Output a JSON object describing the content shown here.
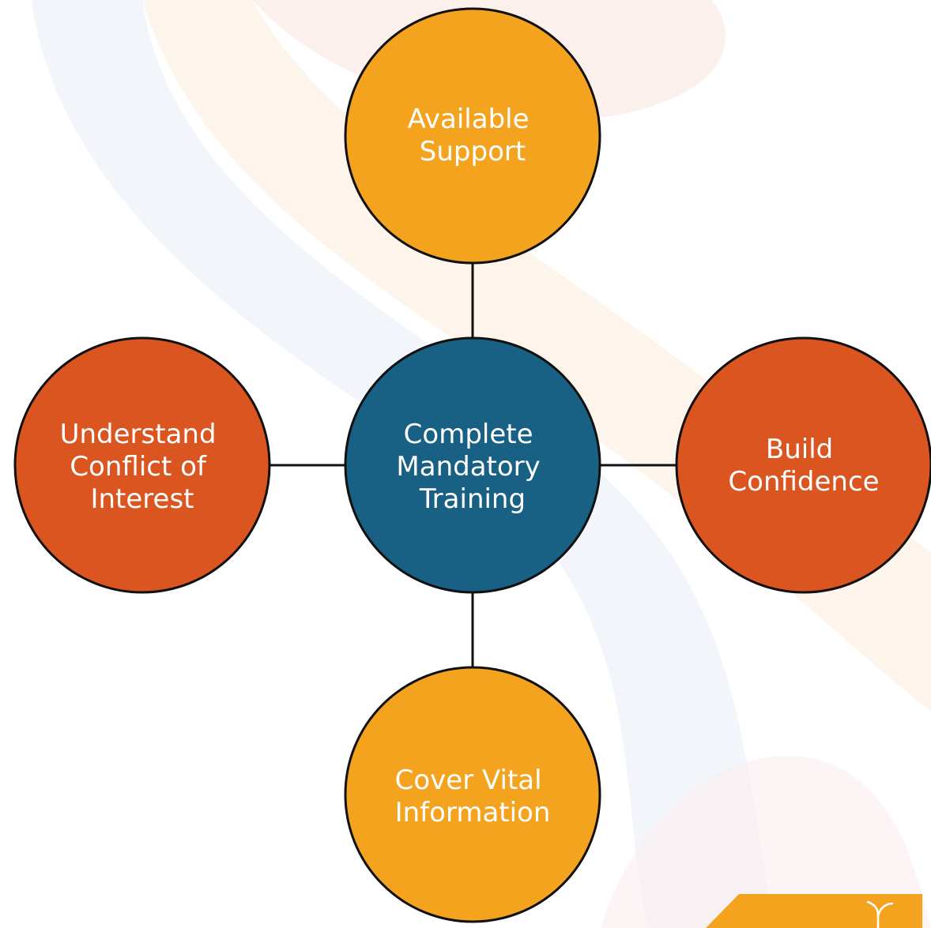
{
  "diagram": {
    "center": {
      "lines": [
        "Complete",
        "Mandatory",
        "Training"
      ],
      "color": "#186084"
    },
    "nodes": [
      {
        "id": "top",
        "lines": [
          "Available",
          "Support"
        ],
        "color": "#F4A31F"
      },
      {
        "id": "right",
        "lines": [
          "Build",
          "Confidence"
        ],
        "color": "#DA5520"
      },
      {
        "id": "bottom",
        "lines": [
          "Cover Vital",
          "Information"
        ],
        "color": "#F4A31F"
      },
      {
        "id": "left",
        "lines": [
          "Understand",
          "Conflict of",
          "Interest"
        ],
        "color": "#DA5520"
      }
    ],
    "connector_color": "#111111",
    "text_color": "#FFFFFF"
  },
  "corner_badge": {
    "icon": "sprout-icon",
    "color": "#F4A31F"
  }
}
